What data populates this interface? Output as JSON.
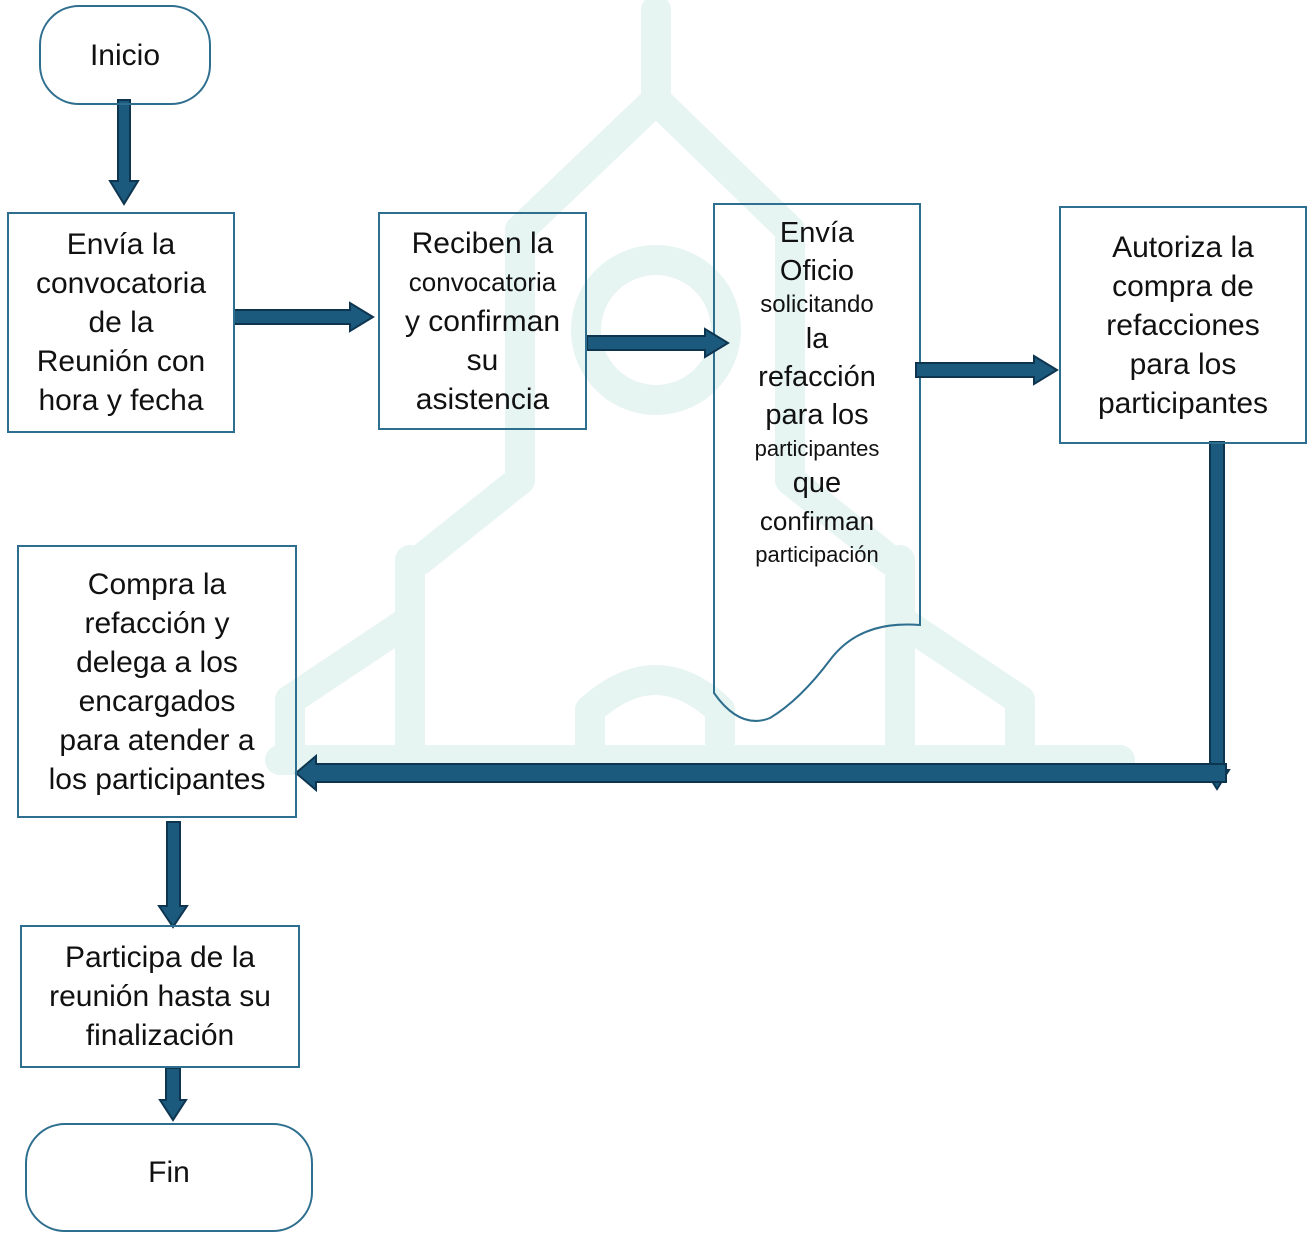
{
  "diagram": {
    "colors": {
      "arrow_fill": "#1C5A7D",
      "arrow_stroke": "#0E3550",
      "box_border": "#2E6E8E",
      "watermark": "#E6F4F2"
    },
    "nodes": {
      "inicio": "Inicio",
      "envia_convocatoria": [
        "Envía la",
        "convocatoria",
        "de la",
        "Reunión con",
        "hora y fecha"
      ],
      "reciben_convocatoria": [
        "Reciben la",
        "convocatoria",
        "y confirman",
        "su",
        "asistencia"
      ],
      "envia_oficio": [
        {
          "text": "Envía",
          "size": "lg"
        },
        {
          "text": "Oficio",
          "size": "lg"
        },
        {
          "text": "solicitando",
          "size": "sm"
        },
        {
          "text": "la",
          "size": "lg"
        },
        {
          "text": "refacción",
          "size": "lg"
        },
        {
          "text": "para los",
          "size": "lg"
        },
        {
          "text": "participantes",
          "size": "sm"
        },
        {
          "text": "que",
          "size": "lg"
        },
        {
          "text": "confirman",
          "size": "lg"
        },
        {
          "text": "participación",
          "size": "sm"
        }
      ],
      "autoriza_compra": [
        "Autoriza la",
        "compra de",
        "refacciones",
        "para los",
        "participantes"
      ],
      "compra_refaccion": [
        "Compra la",
        "refacción y",
        "delega a los",
        "encargados",
        "para atender a",
        "los participantes"
      ],
      "participa_reunion": [
        "Participa de la",
        "reunión hasta su",
        "finalización"
      ],
      "fin": "Fin"
    }
  }
}
